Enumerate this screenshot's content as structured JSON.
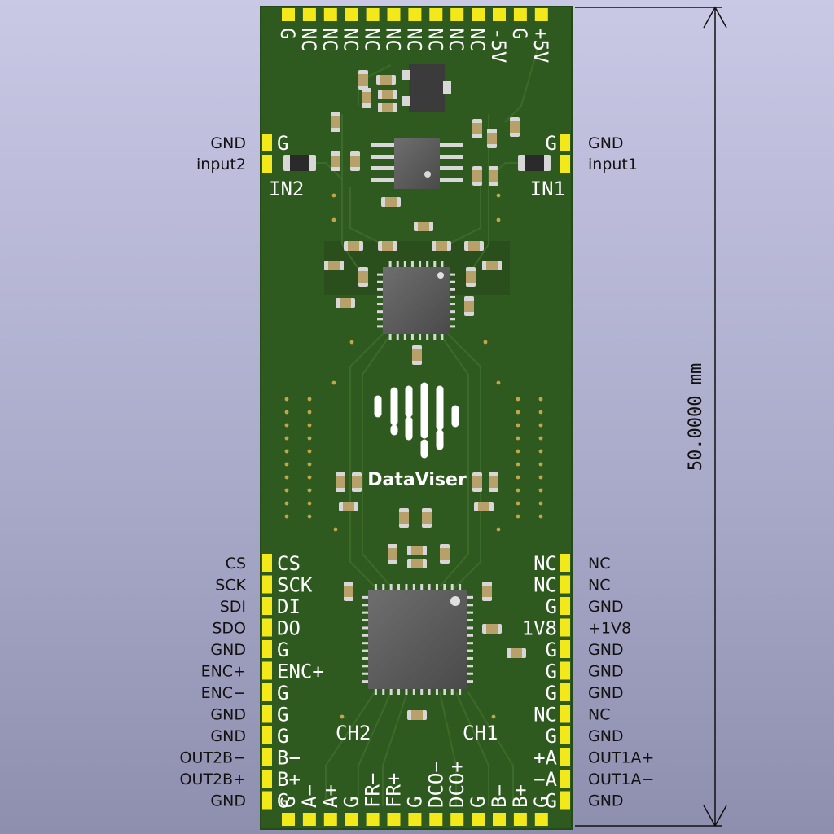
{
  "colors": {
    "board": "#2f5a1f",
    "board_dark": "#24481a",
    "pad": "#f2e81a",
    "silkscreen": "#ffffff",
    "chip": "#5a5a5a"
  },
  "top_connector": {
    "labels": [
      "G",
      "NC",
      "NC",
      "NC",
      "NC",
      "NC",
      "NC",
      "NC",
      "NC",
      "NC",
      "-5V",
      "G",
      "+5V"
    ]
  },
  "input_left": {
    "ext": [
      "GND",
      "input2"
    ],
    "silk": [
      "G",
      "IN2"
    ]
  },
  "input_right": {
    "ext": [
      "GND",
      "input1"
    ],
    "silk": [
      "G",
      "IN1"
    ]
  },
  "logo": {
    "text": "DataViser",
    "icon": "waveform-logo-icon"
  },
  "left_header": {
    "ext": [
      "CS",
      "SCK",
      "SDI",
      "SDO",
      "GND",
      "ENC+",
      "ENC−",
      "GND",
      "GND",
      "OUT2B−",
      "OUT2B+",
      "GND"
    ],
    "silk": [
      "CS",
      "SCK",
      "DI",
      "DO",
      "G",
      "ENC+",
      "G",
      "G",
      "G",
      "B−",
      "B+",
      "G"
    ]
  },
  "right_header": {
    "ext": [
      "NC",
      "NC",
      "GND",
      "+1V8",
      "GND",
      "GND",
      "GND",
      "NC",
      "GND",
      "OUT1A+",
      "OUT1A−",
      "GND"
    ],
    "silk": [
      "NC",
      "NC",
      "G",
      "1V8",
      "G",
      "G",
      "G",
      "NC",
      "G",
      "+A",
      "−A",
      "G"
    ]
  },
  "channel_labels": {
    "ch2": "CH2",
    "ch1": "CH1"
  },
  "bottom_connector": {
    "labels": [
      "G",
      "A−",
      "A+",
      "G",
      "FR−",
      "FR+",
      "G",
      "DCO−",
      "DCO+",
      "G",
      "B−",
      "B+",
      "G"
    ]
  },
  "dimension": {
    "text": "50.0000 mm"
  }
}
